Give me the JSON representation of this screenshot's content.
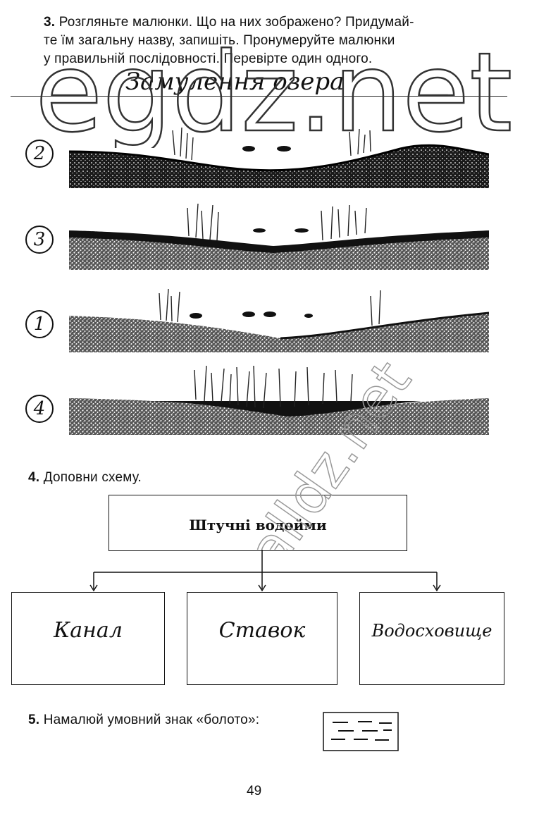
{
  "task3": {
    "number": "3.",
    "line1": "Розгляньте малюнки. Що на них зображено? Придумай-",
    "line2": "те їм загальну назву, запишіть. Пронумеруйте малюнки",
    "line3": "у правильній послідовності. Перевірте один одного.",
    "answer": "Замулення озера",
    "pictures": [
      {
        "order_label": "2"
      },
      {
        "order_label": "3"
      },
      {
        "order_label": "1"
      },
      {
        "order_label": "4"
      }
    ]
  },
  "task4": {
    "number": "4.",
    "text": "Доповни схему.",
    "root": "Штучні водойми",
    "children": [
      "Канал",
      "Ставок",
      "Водосховище"
    ]
  },
  "task5": {
    "number": "5.",
    "text": "Намалюй умовний знак «болото»:"
  },
  "watermark": {
    "main": "egdz.net",
    "diagonal": "alldz.net"
  },
  "page_number": "49"
}
